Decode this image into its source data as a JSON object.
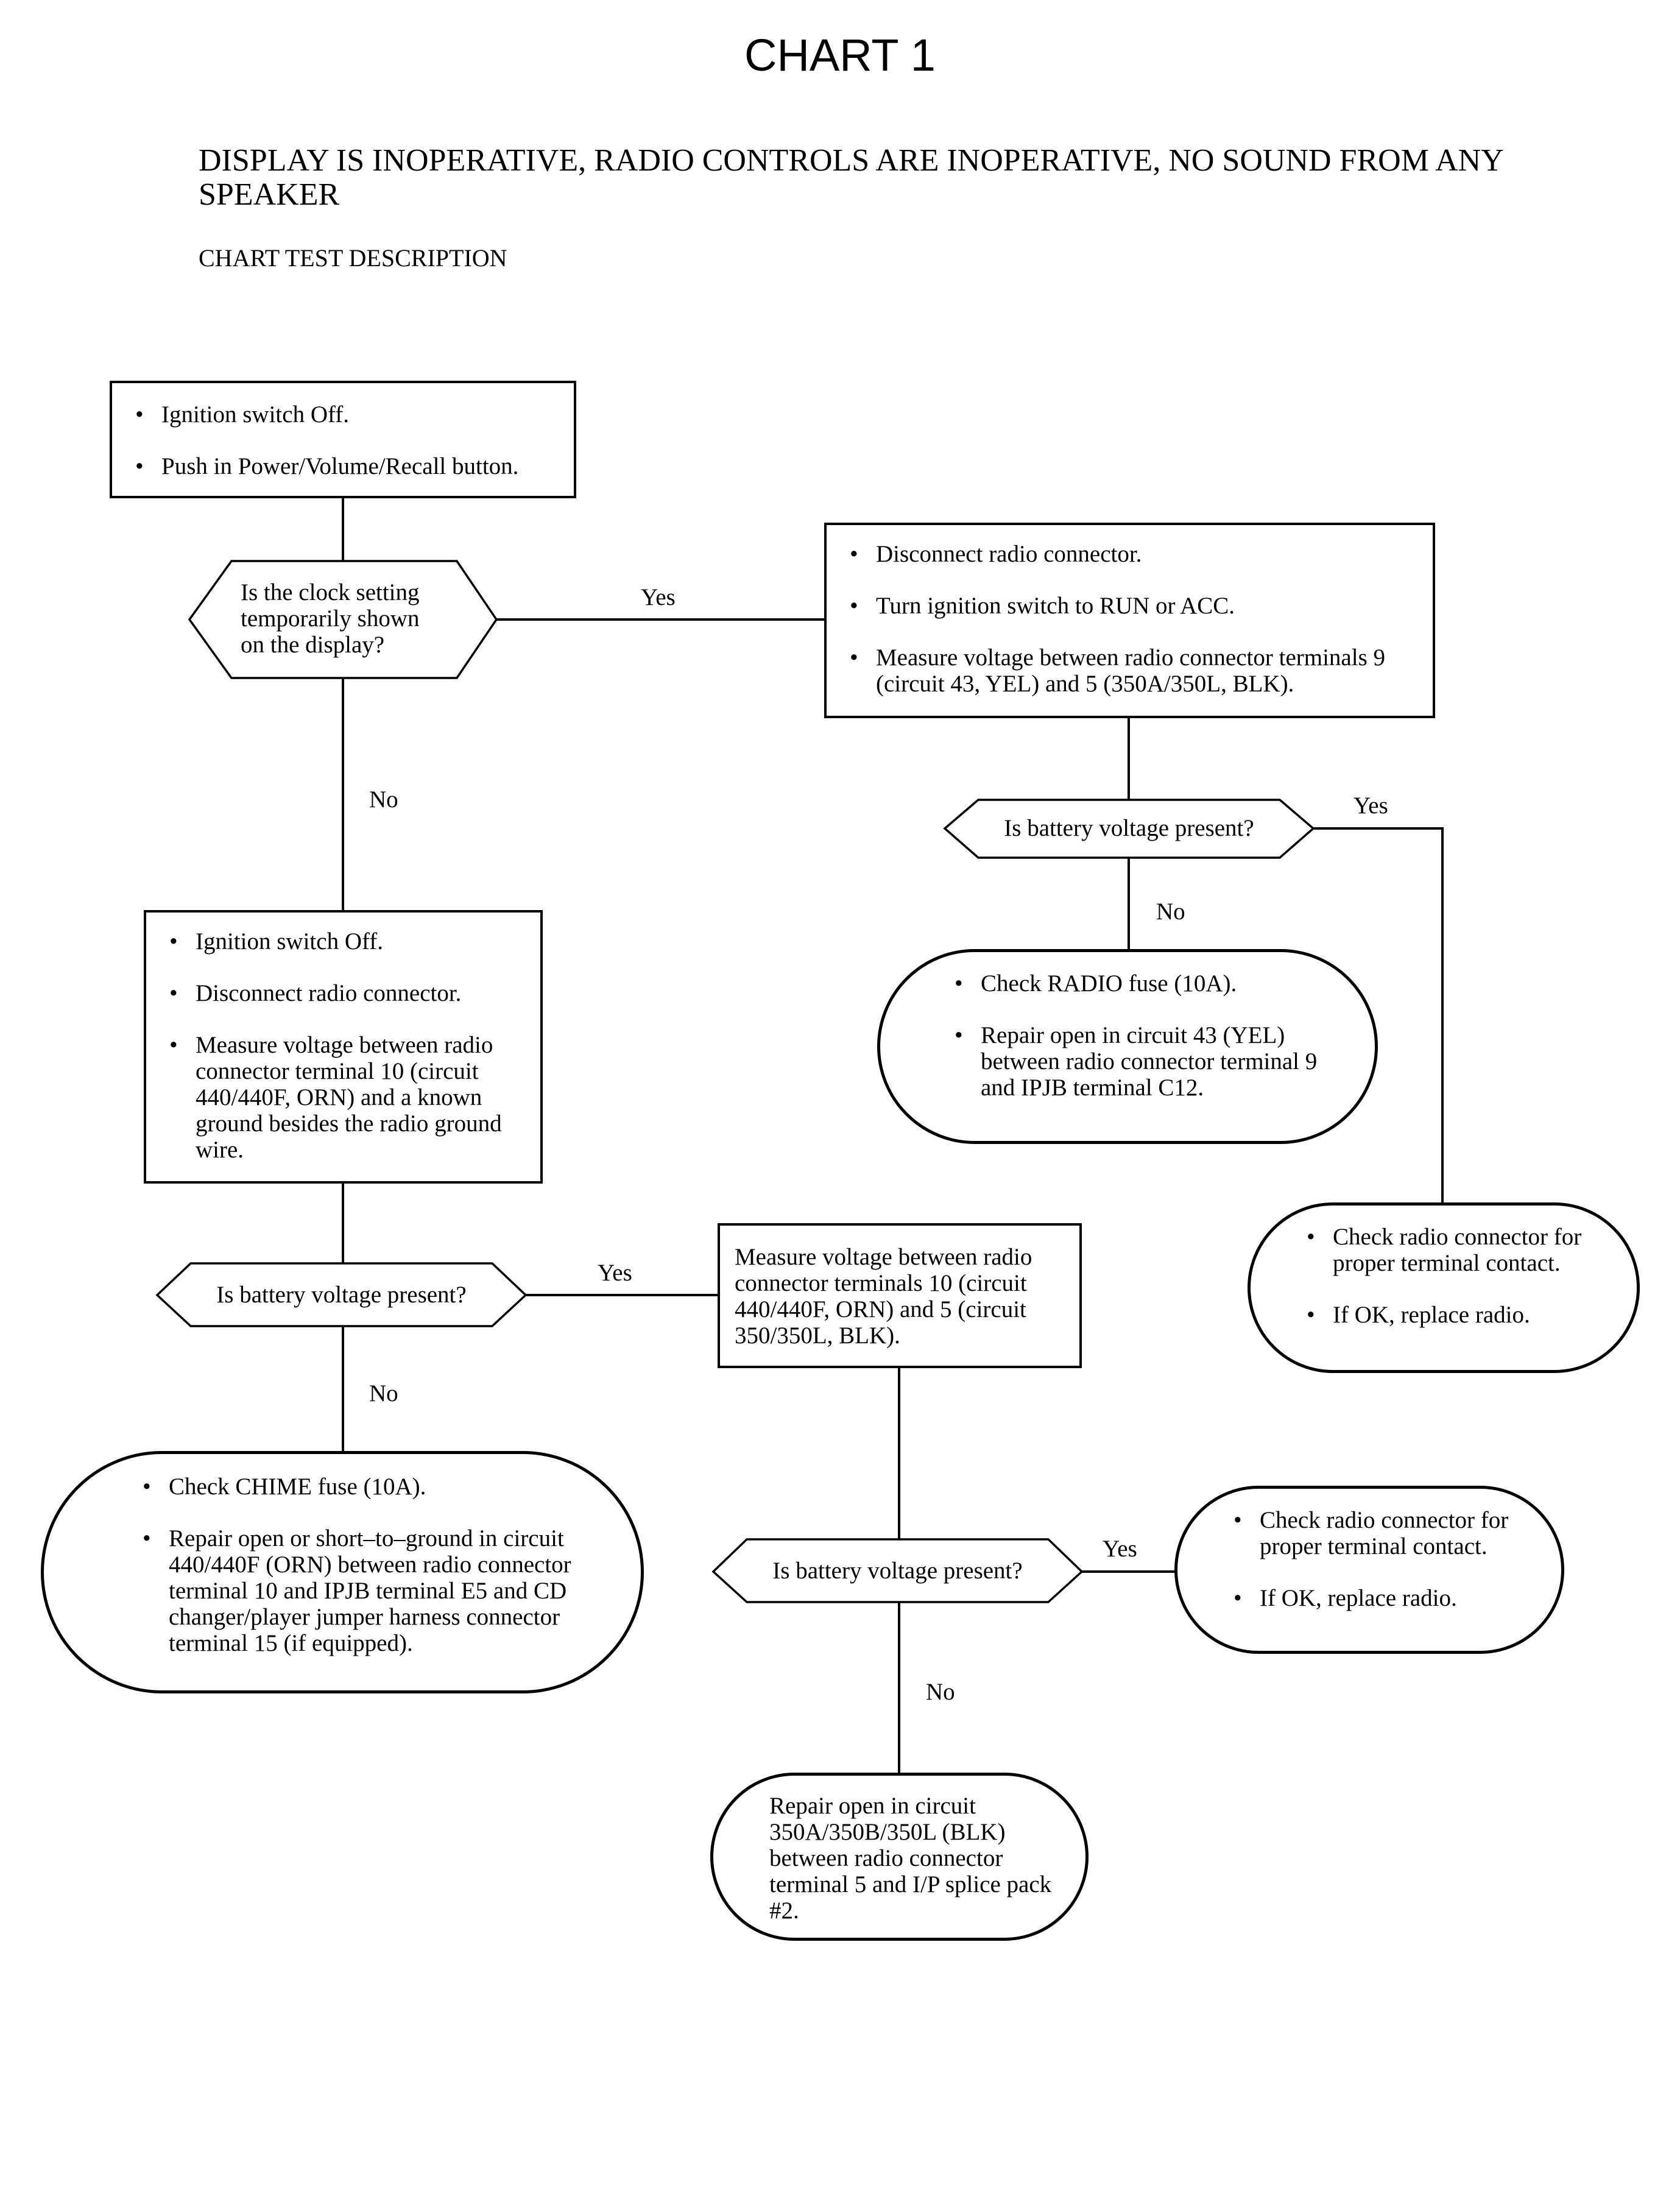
{
  "title": "CHART 1",
  "heading": "DISPLAY IS INOPERATIVE, RADIO CONTROLS ARE INOPERATIVE, NO SOUND FROM ANY SPEAKER",
  "subheading": "CHART TEST DESCRIPTION",
  "start_box": {
    "items": [
      "Ignition switch Off.",
      "Push in Power/Volume/Recall button."
    ]
  },
  "decision_clock": "Is the clock setting temporarily shown on the display?",
  "step_radio_connector": {
    "items": [
      "Disconnect radio connector.",
      "Turn ignition switch to RUN or ACC.",
      "Measure voltage between radio connector terminals 9 (circuit 43, YEL) and 5 (350A/350L, BLK)."
    ]
  },
  "decision_battery_1": "Is battery voltage present?",
  "result_radio_fuse": {
    "items": [
      "Check RADIO fuse (10A).",
      "Repair open in circuit 43 (YEL) between radio connector terminal 9 and IPJB terminal C12."
    ]
  },
  "result_replace_radio_1": {
    "items": [
      "Check radio connector for proper terminal contact.",
      "If OK, replace radio."
    ]
  },
  "step_ignition_off": {
    "items": [
      "Ignition switch Off.",
      "Disconnect radio connector.",
      "Measure voltage between radio connector terminal 10 (circuit 440/440F, ORN) and a known ground besides the radio ground wire."
    ]
  },
  "decision_battery_2": "Is battery voltage present?",
  "step_measure_10_5": "Measure voltage between radio connector terminals 10 (circuit 440/440F, ORN) and 5 (circuit 350/350L, BLK).",
  "result_chime_fuse": {
    "items": [
      "Check CHIME fuse (10A).",
      "Repair open or short–to–ground in circuit 440/440F (ORN) between radio connector terminal 10 and IPJB terminal E5 and CD changer/player jumper harness connector terminal 15 (if equipped)."
    ]
  },
  "decision_battery_3": "Is battery voltage present?",
  "result_replace_radio_2": {
    "items": [
      "Check radio connector for proper terminal contact.",
      "If OK, replace radio."
    ]
  },
  "result_repair_350": "Repair open in circuit 350A/350B/350L (BLK) between radio connector terminal 5 and I/P splice pack #2.",
  "labels": {
    "yes": "Yes",
    "no": "No"
  }
}
